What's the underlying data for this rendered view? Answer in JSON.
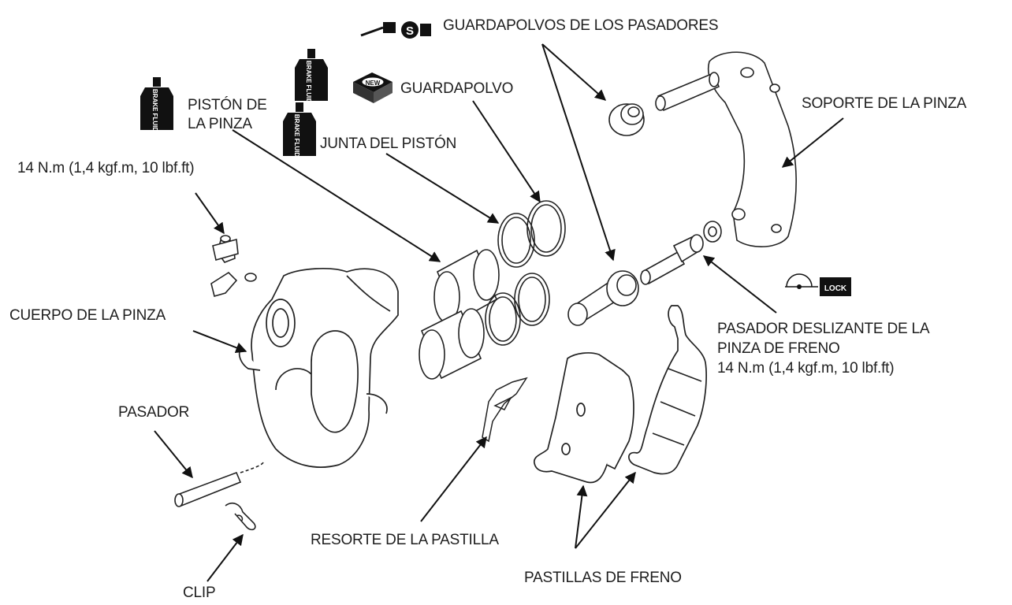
{
  "labels": {
    "pin_boots": "GUARDAPOLVOS DE LOS PASADORES",
    "dust_seal": "GUARDAPOLVO",
    "caliper_bracket": "SOPORTE DE LA PINZA",
    "caliper_piston_line1": "PISTÓN DE",
    "caliper_piston_line2": "LA PINZA",
    "piston_seal": "JUNTA DEL PISTÓN",
    "bleed_torque": "14 N.m (1,4 kgf.m, 10 lbf.ft)",
    "caliper_body": "CUERPO DE LA PINZA",
    "slide_pin_line1": "PASADOR DESLIZANTE DE LA",
    "slide_pin_line2": "PINZA DE FRENO",
    "slide_pin_torque": "14 N.m (1,4 kgf.m, 10 lbf.ft)",
    "pad_pin": "PASADOR",
    "pad_spring": "RESORTE DE LA PASTILLA",
    "clip": "CLIP",
    "brake_pads": "PASTILLAS DE FRENO"
  },
  "symbols": {
    "brake_fluid_text": "BRAKE FLUID",
    "new_text": "NEW",
    "grease_text": "S",
    "lock_text": "LOCK"
  }
}
